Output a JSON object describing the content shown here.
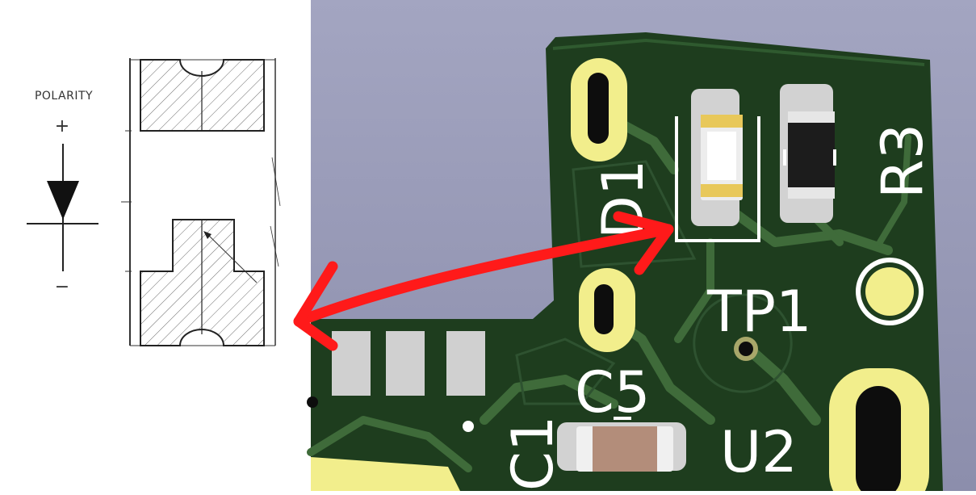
{
  "datasheet": {
    "polarity_label": "POLARITY",
    "plus_sign": "+",
    "minus_sign": "−"
  },
  "pcb": {
    "labels": {
      "d1": "D1",
      "r3": "R3",
      "tp1": "TP1",
      "c5": "C5",
      "c1": "C1",
      "u2": "U2"
    },
    "colors": {
      "background": "#a2a4bf",
      "board": "#1e3d1e",
      "copper": "#3f6b3a",
      "silkscreen": "#ffffff",
      "pad": "#f2ee8c",
      "arrow": "#ff1a1a"
    }
  },
  "annotation": {
    "arrow": "double-headed-arrow"
  }
}
